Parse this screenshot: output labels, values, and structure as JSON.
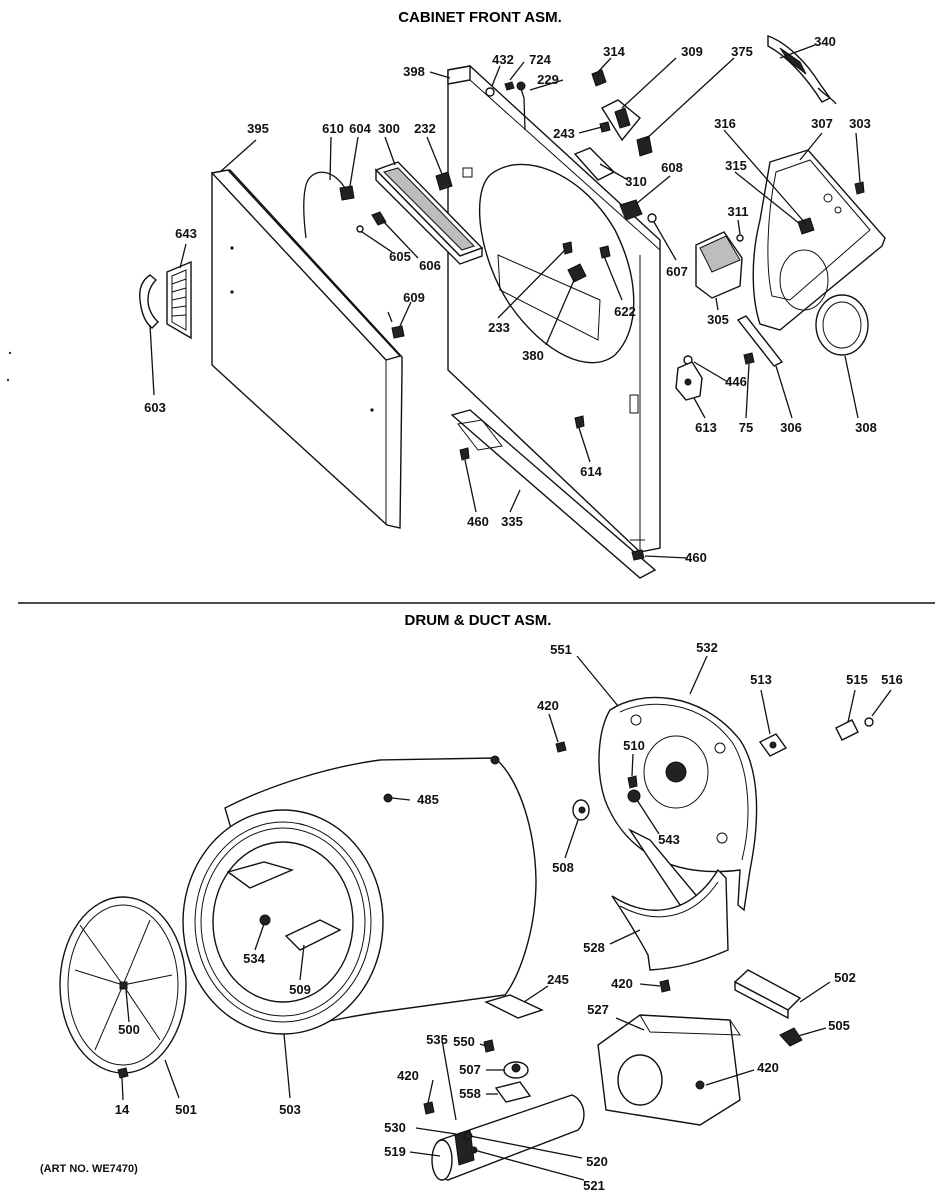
{
  "sections": {
    "cabinet_front": {
      "title": "CABINET FRONT ASM."
    },
    "drum_duct": {
      "title": "DRUM & DUCT ASM."
    }
  },
  "art_number": "(ART NO. WE7470)",
  "cabinet_parts": {
    "p395": "395",
    "p610": "610",
    "p604": "604",
    "p300": "300",
    "p232": "232",
    "p398": "398",
    "p432": "432",
    "p724": "724",
    "p229": "229",
    "p314": "314",
    "p309": "309",
    "p375": "375",
    "p340": "340",
    "p643": "643",
    "p603": "603",
    "p605": "605",
    "p606": "606",
    "p609": "609",
    "p243": "243",
    "p310": "310",
    "p608": "608",
    "p233": "233",
    "p380": "380",
    "p622": "622",
    "p607": "607",
    "p316": "316",
    "p307": "307",
    "p303": "303",
    "p315": "315",
    "p311": "311",
    "p305": "305",
    "p446": "446",
    "p613": "613",
    "p75": "75",
    "p306": "306",
    "p308": "308",
    "p614": "614",
    "p460a": "460",
    "p335": "335",
    "p460b": "460"
  },
  "drum_parts": {
    "p551": "551",
    "p532": "532",
    "p513": "513",
    "p515": "515",
    "p516": "516",
    "p420a": "420",
    "p510": "510",
    "p485": "485",
    "p543": "543",
    "p508": "508",
    "p528": "528",
    "p534": "534",
    "p509": "509",
    "p245": "245",
    "p420b": "420",
    "p502": "502",
    "p500": "500",
    "p527": "527",
    "p505": "505",
    "p535": "535",
    "p550": "550",
    "p507": "507",
    "p420c": "420",
    "p420d": "420",
    "p558": "558",
    "p14": "14",
    "p501": "501",
    "p503": "503",
    "p530": "530",
    "p519": "519",
    "p520": "520",
    "p521": "521"
  }
}
